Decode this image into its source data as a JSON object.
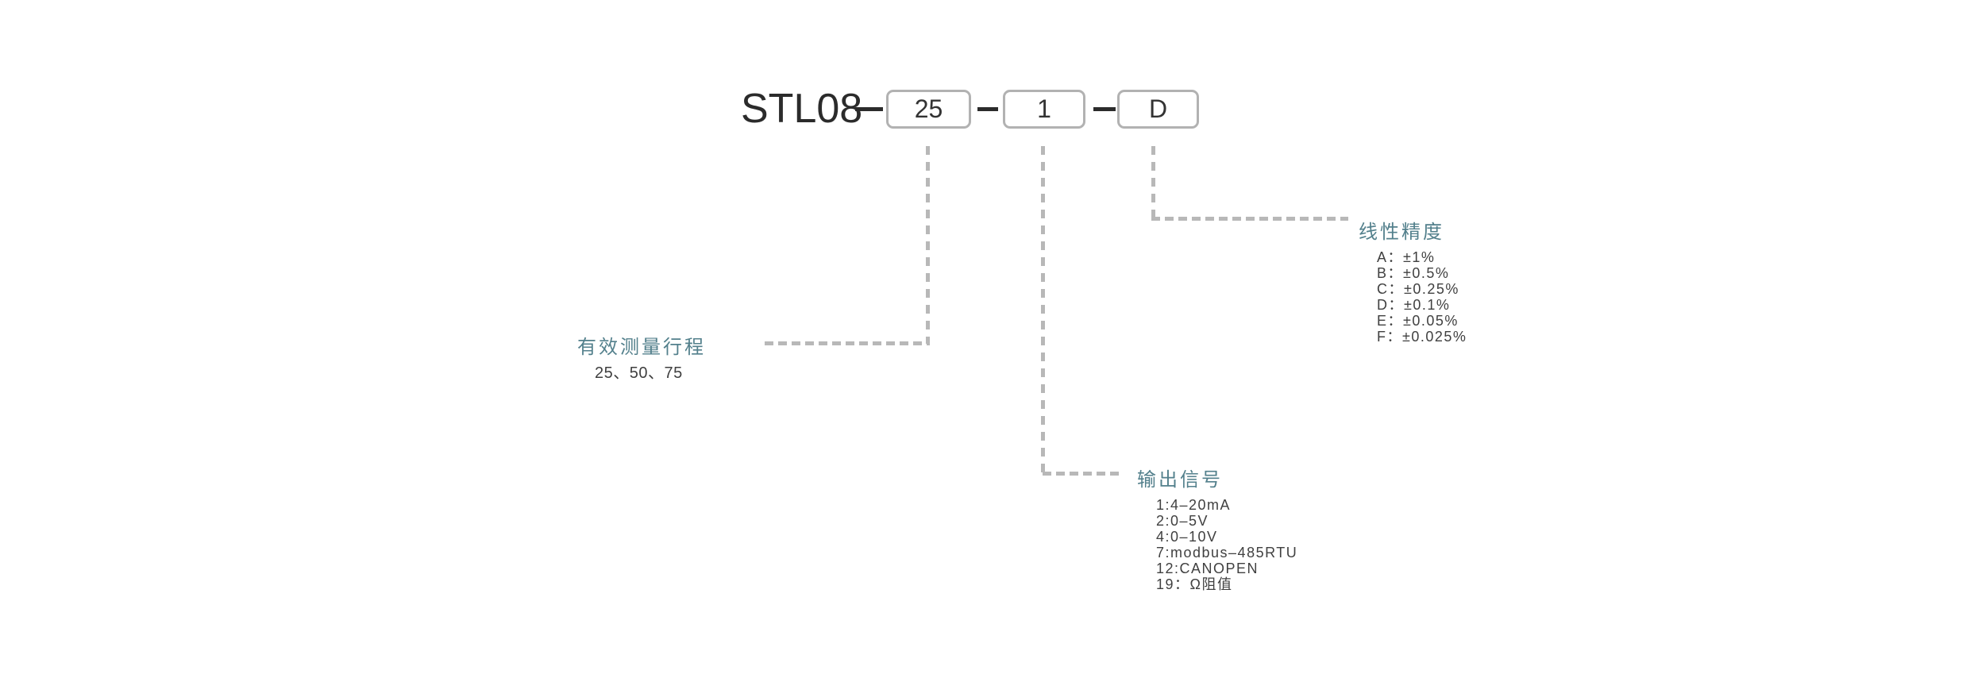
{
  "diagram": {
    "model_prefix": "STL08",
    "code_segments": [
      {
        "label": "stroke",
        "value": "25"
      },
      {
        "label": "output-signal",
        "value": "1"
      },
      {
        "label": "linearity-accuracy",
        "value": "D"
      }
    ],
    "stroke": {
      "title": "有效测量行程",
      "options_text": "25、50、75"
    },
    "output_signal": {
      "title": "输出信号",
      "options": [
        "1:4–20mA",
        "2:0–5V",
        "4:0–10V",
        "7:modbus–485RTU",
        "12:CANOPEN",
        "19：Ω阻值"
      ]
    },
    "linearity_accuracy": {
      "title": "线性精度",
      "options": [
        "A：±1%",
        "B：±0.5%",
        "C：±0.25%",
        "D：±0.1%",
        "E：±0.05%",
        "F：±0.025%"
      ]
    },
    "colors": {
      "accent_teal": "#53808c",
      "text_dark": "#2b2b2b",
      "text_gray": "#3f3f3f",
      "dash_line_gray": "#b8b8b8",
      "box_border_gray": "#b2b2b2"
    }
  }
}
